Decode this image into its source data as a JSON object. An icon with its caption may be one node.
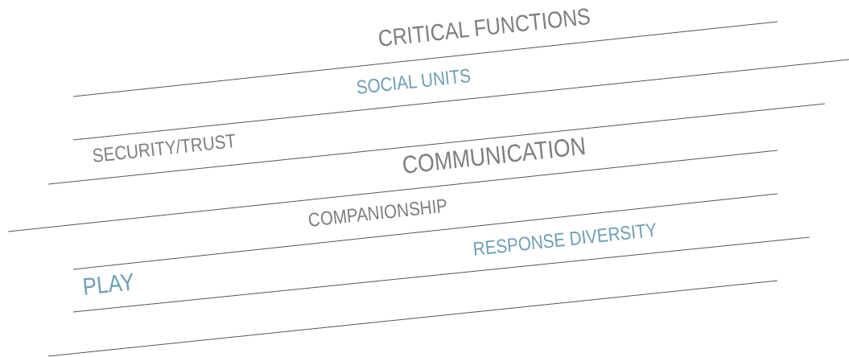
{
  "diagram": {
    "labels": [
      "CRITICAL FUNCTIONS",
      "SOCIAL UNITS",
      "SECURITY/TRUST",
      "COMMUNICATION",
      "COMPANIONSHIP",
      "RESPONSE DIVERSITY",
      "PLAY"
    ]
  }
}
